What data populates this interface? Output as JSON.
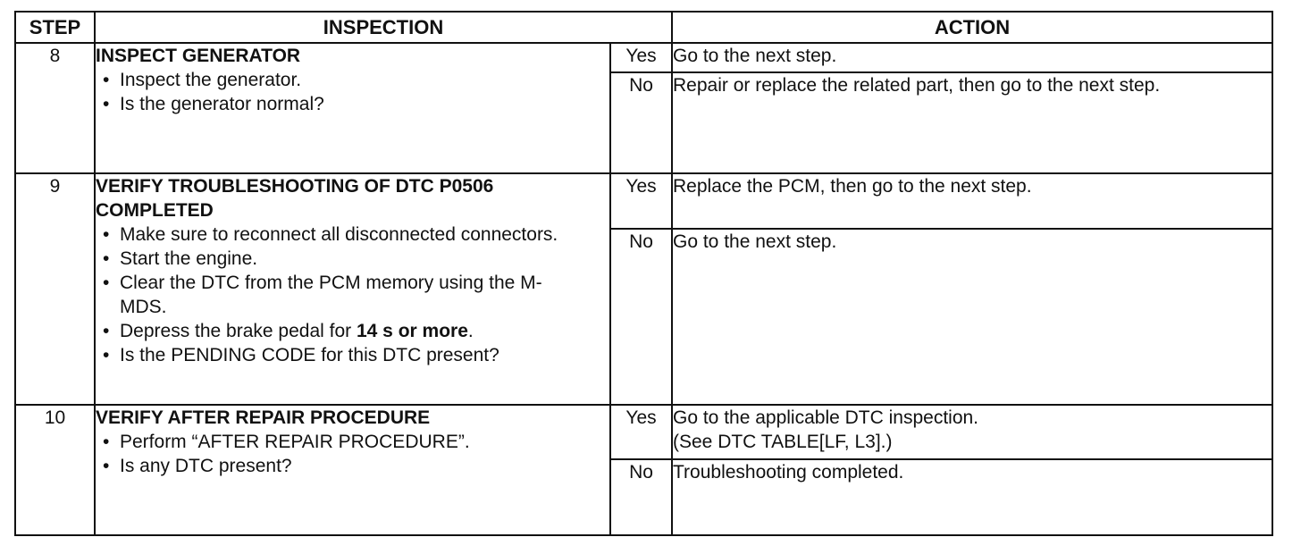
{
  "headers": {
    "step": "STEP",
    "inspection": "INSPECTION",
    "action": "ACTION"
  },
  "steps": [
    {
      "number": "8",
      "title": "INSPECT GENERATOR",
      "bullets": [
        {
          "text": "Inspect the generator."
        },
        {
          "text": "Is the generator normal?"
        }
      ],
      "yes_label": "Yes",
      "yes_action": "Go to the next step.",
      "no_label": "No",
      "no_action": "Repair or replace the related part, then go to the next step."
    },
    {
      "number": "9",
      "title": "VERIFY TROUBLESHOOTING OF DTC P0506 COMPLETED",
      "bullets": [
        {
          "text": "Make sure to reconnect all disconnected connectors."
        },
        {
          "text": "Start the engine."
        },
        {
          "text": "Clear the DTC from the PCM memory using the M-MDS."
        },
        {
          "text_pre": "Depress the brake pedal for ",
          "text_bold": "14 s or more",
          "text_post": "."
        },
        {
          "text": "Is the PENDING CODE for this DTC present?"
        }
      ],
      "yes_label": "Yes",
      "yes_action": "Replace the PCM, then go to the next step.",
      "no_label": "No",
      "no_action": "Go to the next step."
    },
    {
      "number": "10",
      "title": "VERIFY AFTER REPAIR PROCEDURE",
      "bullets": [
        {
          "text": "Perform “AFTER REPAIR PROCEDURE”."
        },
        {
          "text": "Is any DTC present?"
        }
      ],
      "yes_label": "Yes",
      "yes_action_line1": "Go to the applicable DTC inspection.",
      "yes_action_line2": "(See  DTC TABLE[LF, L3].)",
      "no_label": "No",
      "no_action": "Troubleshooting completed."
    }
  ]
}
